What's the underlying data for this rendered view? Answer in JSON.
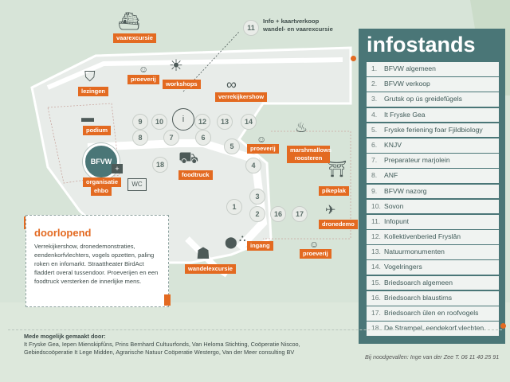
{
  "infostands": {
    "title": "infostands",
    "items": [
      {
        "n": "1.",
        "label": "BFVW algemeen"
      },
      {
        "n": "2.",
        "label": "BFVW verkoop"
      },
      {
        "n": "3.",
        "label": "Grutsk op ús greidefûgels"
      },
      {
        "n": "4.",
        "label": "It Fryske Gea"
      },
      {
        "n": "5.",
        "label": "Fryske feriening foar Fjildbiology"
      },
      {
        "n": "6.",
        "label": "KNJV"
      },
      {
        "n": "7.",
        "label": "Preparateur marjolein"
      },
      {
        "n": "8.",
        "label": "ANF"
      },
      {
        "n": "9.",
        "label": "BFVW nazorg"
      },
      {
        "n": "10.",
        "label": "Sovon"
      },
      {
        "n": "11.",
        "label": "Infopunt"
      },
      {
        "n": "12.",
        "label": "Kollektivenberied Fryslân"
      },
      {
        "n": "13.",
        "label": "Natuurmonumenten"
      },
      {
        "n": "14.",
        "label": "Vogelringers"
      },
      {
        "n": "15.",
        "label": "Briedsoarch algemeen"
      },
      {
        "n": "16.",
        "label": "Briedsoarch blaustirns"
      },
      {
        "n": "17.",
        "label": "Briedsoarch ûlen en roofvogels"
      },
      {
        "n": "18.",
        "label": "De Strampel, eendekorf vlechten"
      }
    ]
  },
  "map": {
    "info_label_line1": "Info + kaartverkoop",
    "info_label_line2": "wandel- en vaarexcursie",
    "pins": [
      "1",
      "2",
      "3",
      "4",
      "5",
      "6",
      "7",
      "8",
      "9",
      "10",
      "11",
      "12",
      "13",
      "14",
      "16",
      "17",
      "18"
    ],
    "tags": {
      "vaarexcursie": "vaarexcursie",
      "lezingen": "lezingen",
      "proeverij": "proeverij",
      "workshops": "workshops",
      "verrekijkershow": "verrekijkershow",
      "podium": "podium",
      "marshmallows": "marshmallows roosteren",
      "foodtruck": "foodtruck",
      "organisatie": "organisatie",
      "ehbo": "ehbo",
      "wc": "WC",
      "pikeplak": "pikeplak",
      "dronedemo": "dronedemo",
      "ingang": "ingang",
      "wandelexcursie": "wandelexcursie",
      "bfvw_logo": "BFVW"
    }
  },
  "doorlopend": {
    "title": "doorlopend",
    "body": "Verrekijkershow, dronedemonstraties, eendenkorfvlechters, vogels opzetten, paling roken en infomarkt. Straattheater BirdAct fladdert overal tussendoor. Proeverijen en een foodtruck versterken de innerlijke mens."
  },
  "footer": {
    "head": "Mede mogelijk gemaakt door:",
    "line1": "It Fryske Gea, Iepen Mienskipfûns, Prins Bernhard Cultuurfonds, Van Heloma Stichting, Coöperatie Niscoo,",
    "line2": "Gebiedscoöperatie It Lege Midden, Agrarische Natuur Coöperatie Westergo, Van der Meer consulting BV",
    "emergency": "Bij noodgevallen: Inge van der Zee T. 06 11 40 25 91"
  },
  "colors": {
    "accent": "#e36a21",
    "panel": "#4a7677",
    "map": "#d7e4d8"
  }
}
